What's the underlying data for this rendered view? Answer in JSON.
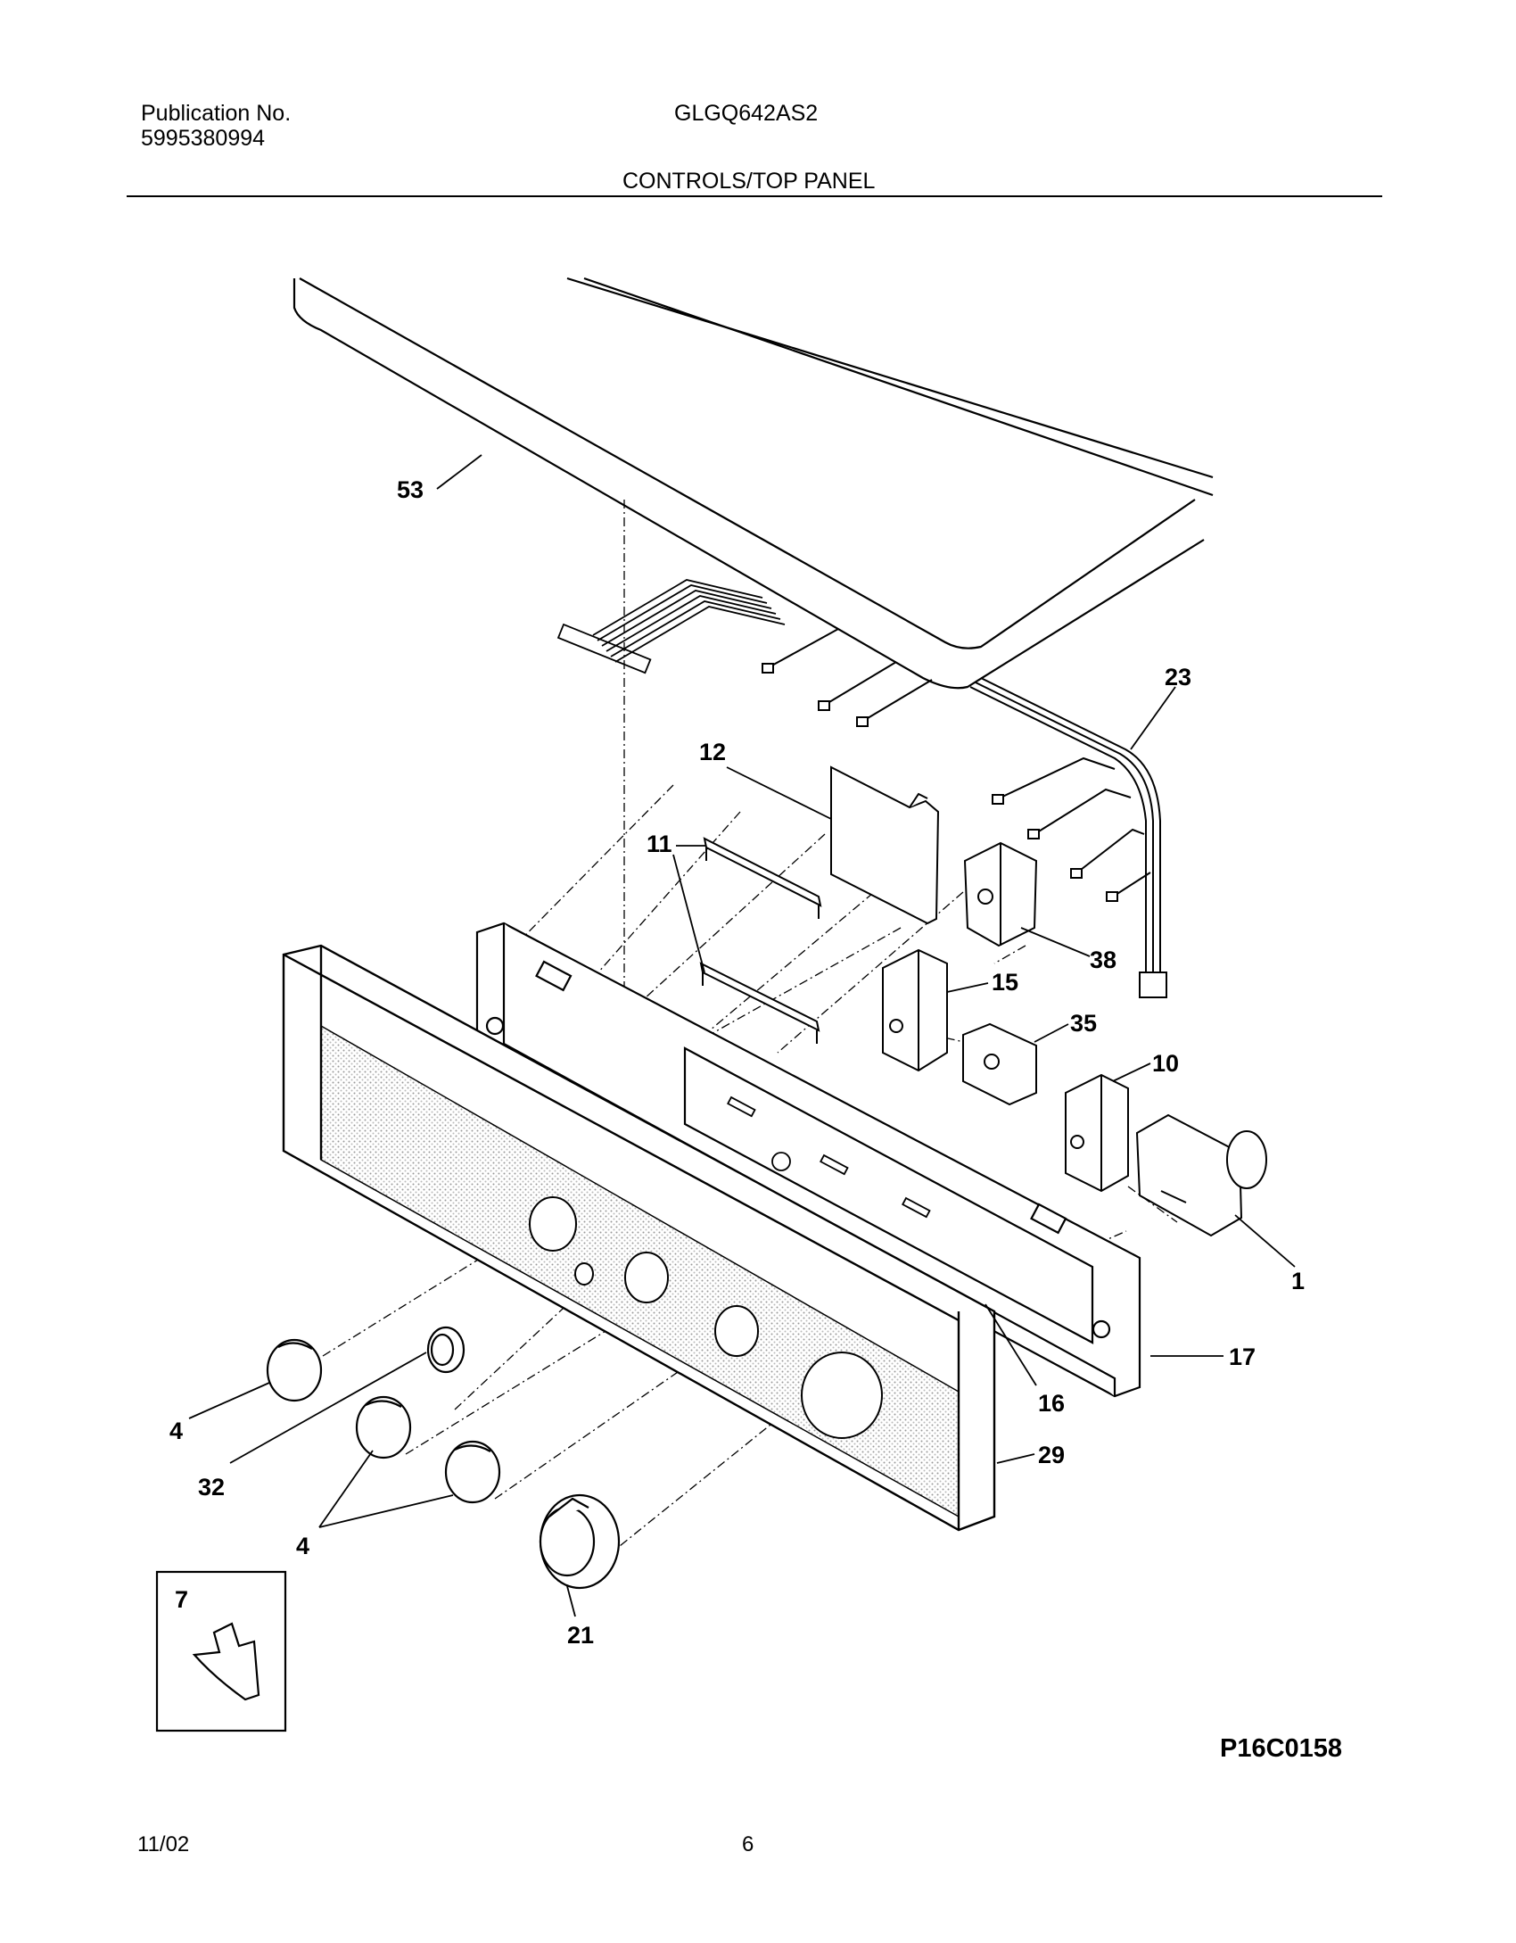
{
  "header": {
    "publication_label": "Publication No.",
    "publication_number": "5995380994",
    "model": "GLGQ642AS2",
    "section_title": "CONTROLS/TOP PANEL"
  },
  "callouts": {
    "c53": "53",
    "c23": "23",
    "c12": "12",
    "c11": "11",
    "c38": "38",
    "c15": "15",
    "c35": "35",
    "c10": "10",
    "c1": "1",
    "c17": "17",
    "c16": "16",
    "c29": "29",
    "c4a": "4",
    "c32": "32",
    "c4b": "4",
    "c21": "21",
    "c7": "7"
  },
  "footer": {
    "diagram_code": "P16C0158",
    "date": "11/02",
    "page": "6"
  }
}
